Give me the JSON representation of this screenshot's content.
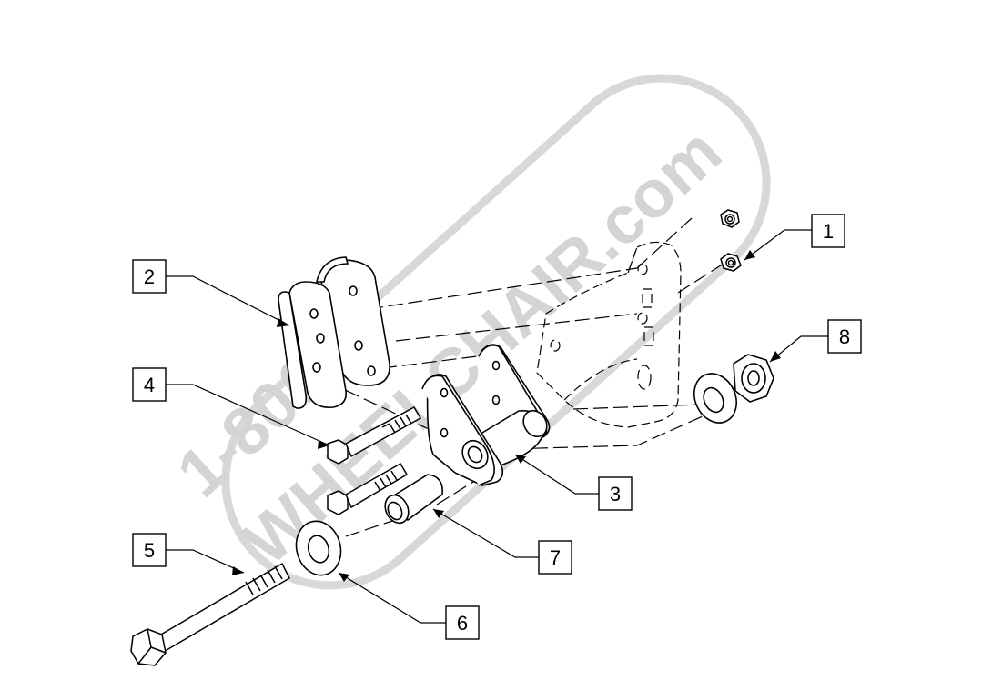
{
  "diagram": {
    "callouts": [
      {
        "id": "callout-1",
        "label": "1"
      },
      {
        "id": "callout-2",
        "label": "2"
      },
      {
        "id": "callout-3",
        "label": "3"
      },
      {
        "id": "callout-4",
        "label": "4"
      },
      {
        "id": "callout-5",
        "label": "5"
      },
      {
        "id": "callout-6",
        "label": "6"
      },
      {
        "id": "callout-7",
        "label": "7"
      },
      {
        "id": "callout-8",
        "label": "8"
      }
    ],
    "watermark": {
      "line1": "1-800",
      "line2": "WHEELCHAIR.com"
    },
    "colors": {
      "ink": "#000000",
      "watermark": "#d8d8d8",
      "background": "#ffffff"
    }
  }
}
